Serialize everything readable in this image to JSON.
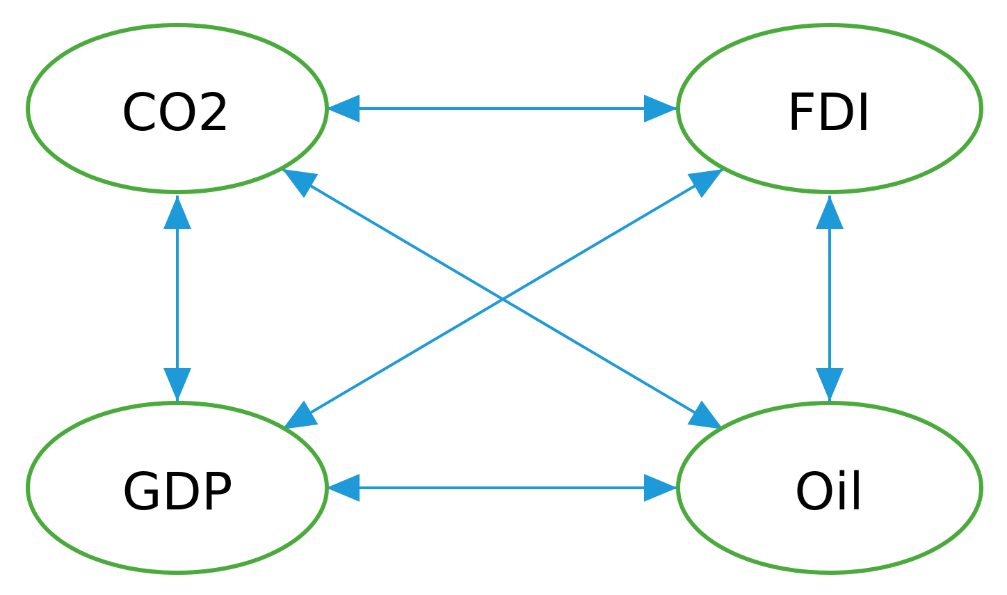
{
  "colors": {
    "node_stroke": "#4aaa3c",
    "edge": "#1e9ad8",
    "text": "#000000",
    "background": "#ffffff"
  },
  "nodes": {
    "co2": {
      "label": "CO2"
    },
    "fdi": {
      "label": "FDI"
    },
    "gdp": {
      "label": "GDP"
    },
    "oil": {
      "label": "Oil"
    }
  },
  "edges": [
    {
      "from": "co2",
      "to": "fdi",
      "direction": "both"
    },
    {
      "from": "co2",
      "to": "gdp",
      "direction": "both"
    },
    {
      "from": "fdi",
      "to": "oil",
      "direction": "both"
    },
    {
      "from": "gdp",
      "to": "oil",
      "direction": "both"
    },
    {
      "from": "co2",
      "to": "oil",
      "direction": "both"
    },
    {
      "from": "fdi",
      "to": "gdp",
      "direction": "both"
    }
  ]
}
